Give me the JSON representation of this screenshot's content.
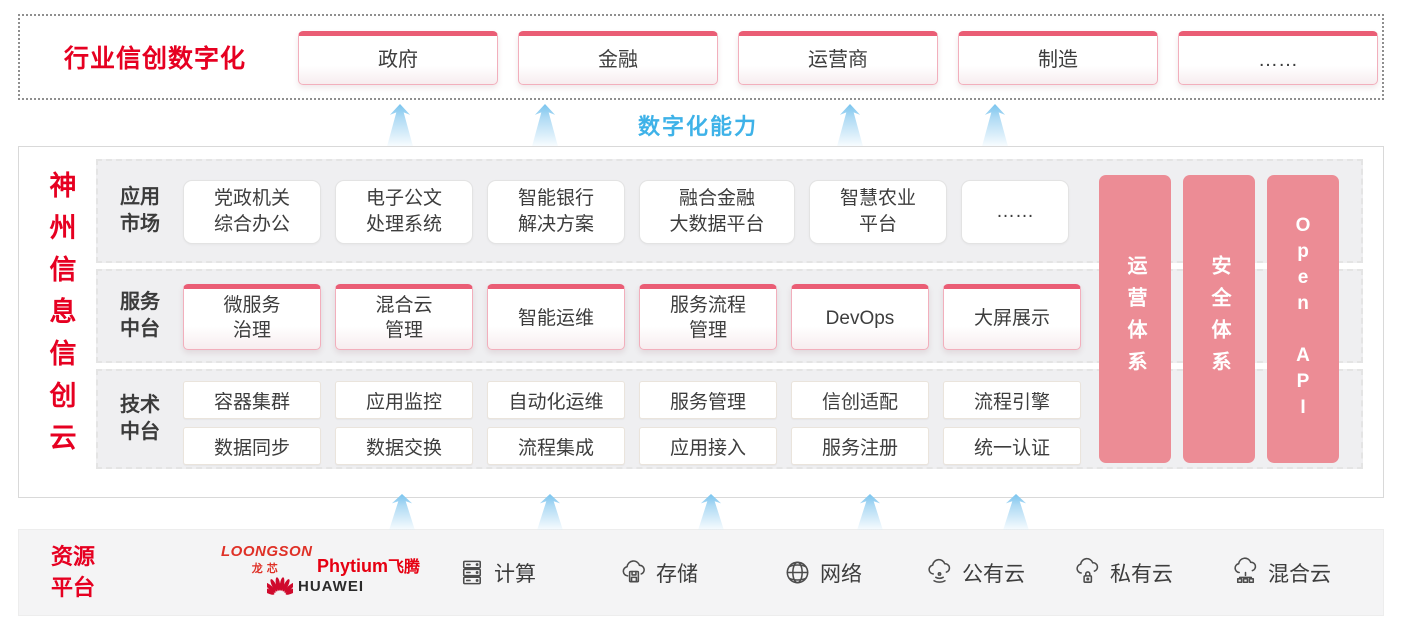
{
  "top_banner": {
    "label": "行业信创数字化",
    "industries": [
      "政府",
      "金融",
      "运营商",
      "制造",
      "……"
    ]
  },
  "capability_label": "数字化能力",
  "platform": {
    "vertical_title": "神州信息信创云",
    "rows": [
      {
        "label": "应用\n市场",
        "items": [
          "党政机关\n综合办公",
          "电子公文\n处理系统",
          "智能银行\n解决方案",
          "融合金融\n大数据平台",
          "智慧农业\n平台",
          "……"
        ]
      },
      {
        "label": "服务\n中台",
        "items": [
          "微服务\n治理",
          "混合云\n管理",
          "智能运维",
          "服务流程\n管理",
          "DevOps",
          "大屏展示"
        ]
      },
      {
        "label": "技术\n中台",
        "items_top": [
          "容器集群",
          "应用监控",
          "自动化运维",
          "服务管理",
          "信创适配",
          "流程引擎"
        ],
        "items_bottom": [
          "数据同步",
          "数据交换",
          "流程集成",
          "应用接入",
          "服务注册",
          "统一认证"
        ]
      }
    ],
    "side_bars": [
      "运营体系",
      "安全体系",
      "Open API"
    ]
  },
  "resource_platform": {
    "label": "资源\n平台",
    "vendors": {
      "loongson_en": "LOONGSON",
      "loongson_cn": "龙芯",
      "phytium_en": "Phytium",
      "phytium_cn": "飞腾",
      "huawei": "HUAWEI"
    },
    "resources": [
      {
        "icon": "compute-icon",
        "label": "计算"
      },
      {
        "icon": "storage-icon",
        "label": "存储"
      },
      {
        "icon": "network-icon",
        "label": "网络"
      },
      {
        "icon": "public-cloud-icon",
        "label": "公有云"
      },
      {
        "icon": "private-cloud-icon",
        "label": "私有云"
      },
      {
        "icon": "hybrid-cloud-icon",
        "label": "混合云"
      }
    ]
  },
  "colors": {
    "brand_red": "#e60021",
    "side_bar_pink": "#ec8c95",
    "capability_blue": "#3eb2e8",
    "card_top_pink": "#ea5d75"
  }
}
